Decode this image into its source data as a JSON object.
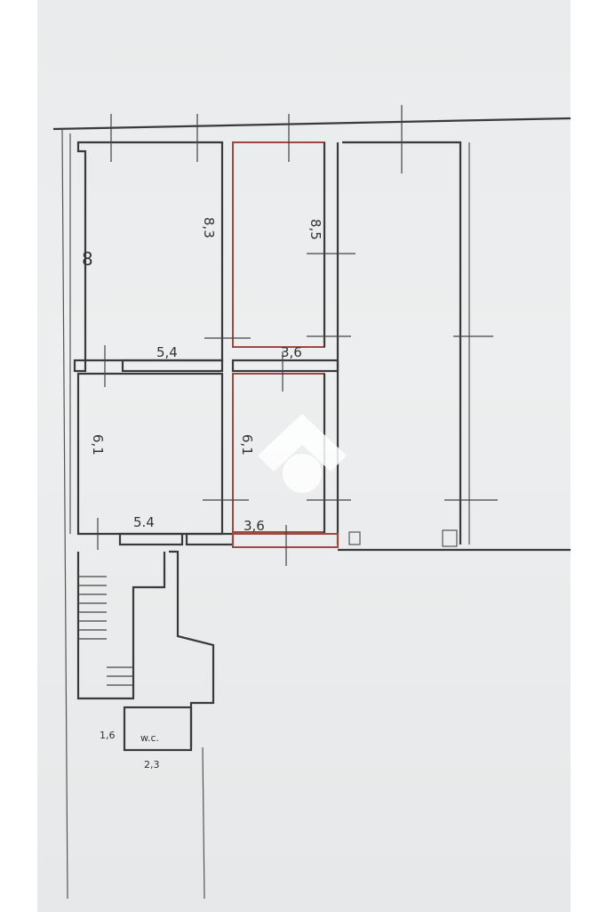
{
  "rooms": [
    {
      "id": "room-top-left",
      "height_label": "8"
    },
    {
      "id": "room-top-middle",
      "height_label": "8,3"
    },
    {
      "id": "room-top-right",
      "height_label": "8,5"
    },
    {
      "id": "room-mid-left",
      "height_label": "6,1"
    },
    {
      "id": "room-mid-middle",
      "height_label": "6,1"
    }
  ],
  "dimensions": {
    "top_left_width": "5,4",
    "top_middle_width": "3,6",
    "bottom_left_width": "5.4",
    "bottom_middle_width": "3,6",
    "wc_height": "1,6",
    "wc_width": "2,3"
  },
  "wc_label": "w.c.",
  "watermark_icon": "house-logo-icon"
}
